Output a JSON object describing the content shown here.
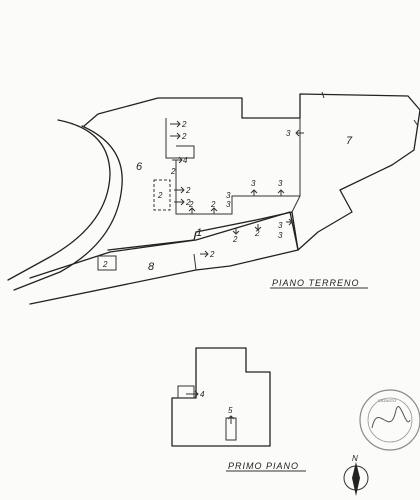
{
  "titles": {
    "ground_floor": "PIANO TERRENO",
    "first_floor": "PRIMO PIANO"
  },
  "rooms": {
    "r6": "6",
    "r7": "7",
    "r8": "8",
    "r1": "1"
  },
  "markers": {
    "m2": "2",
    "m3": "3",
    "m4": "4",
    "m5": "5"
  },
  "north_label": "N",
  "stamp_text": "CATASTO"
}
